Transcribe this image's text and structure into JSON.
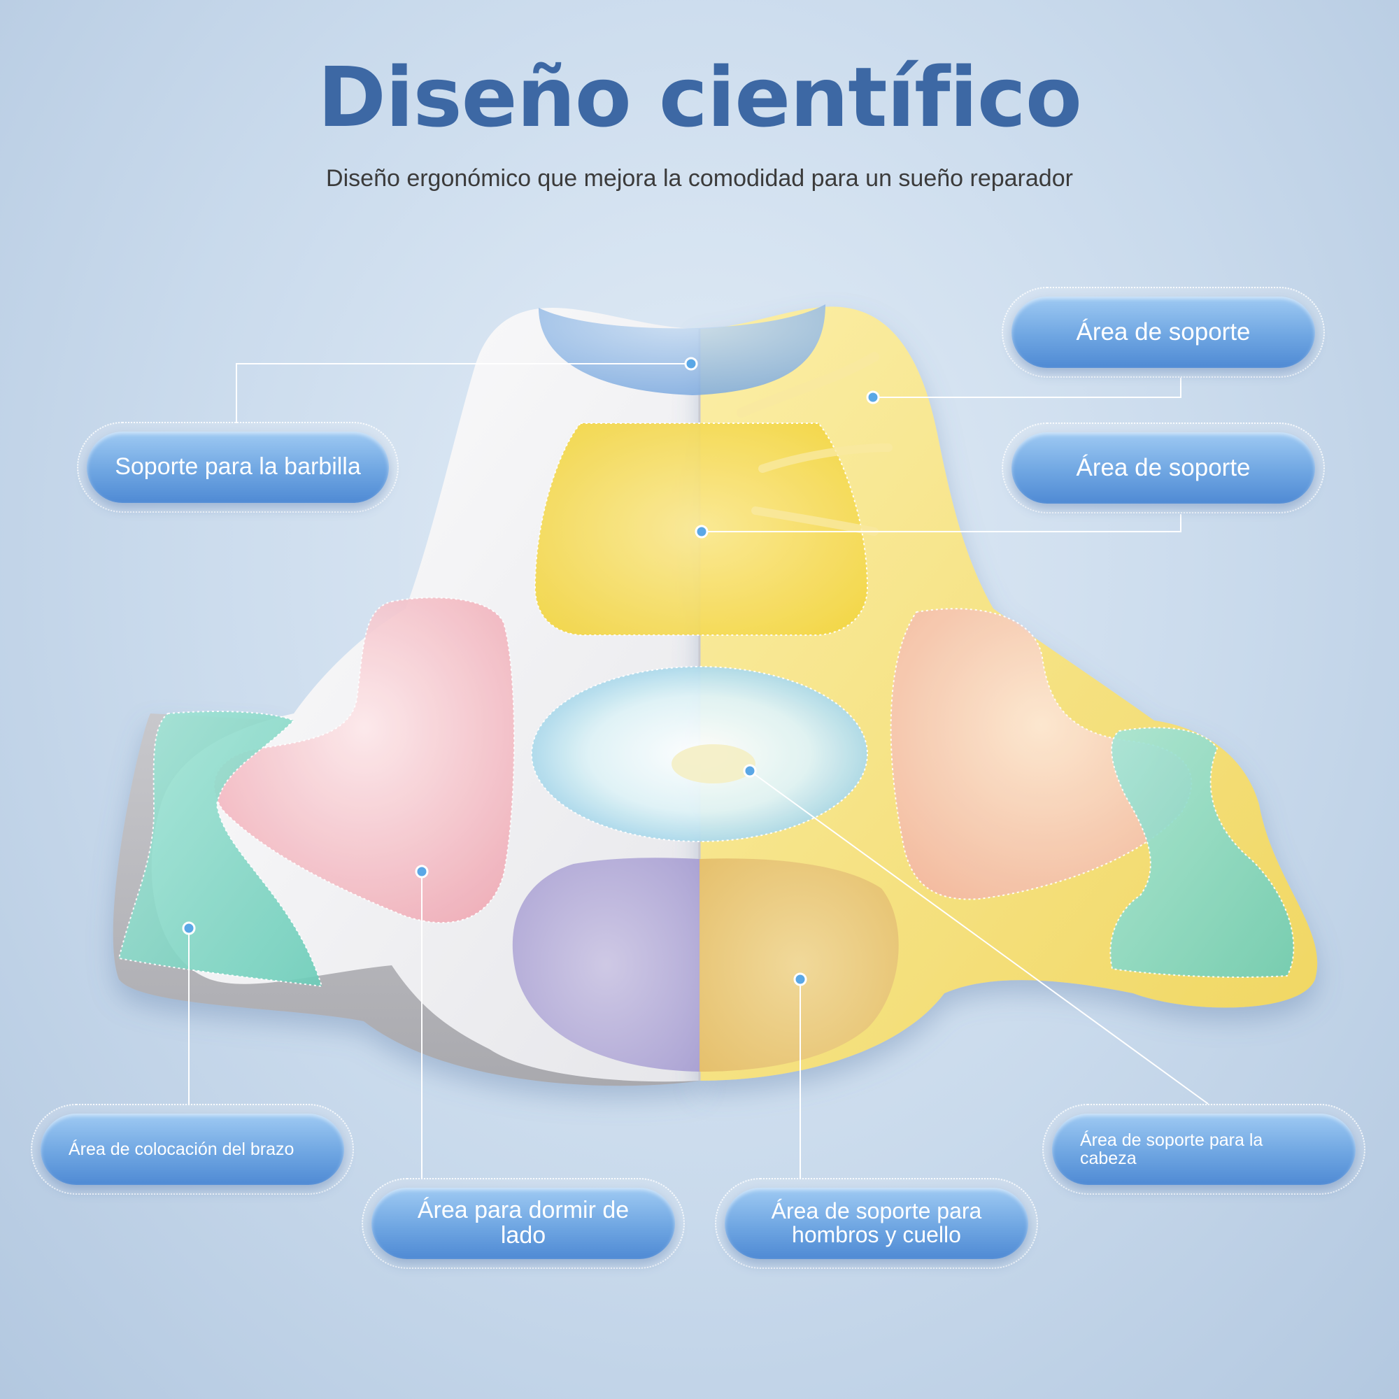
{
  "header": {
    "title": "Diseño científico",
    "subtitle": "Diseño ergonómico que mejora la comodidad para un sueño reparador"
  },
  "labels": {
    "chin_support": "Soporte para la barbilla",
    "support_area_1": "Área de soporte",
    "support_area_2": "Área de soporte",
    "arm_placement": "Área de colocación del brazo",
    "side_sleep": "Área para dormir de lado",
    "shoulder_neck": "Área de soporte para hombros y cuello",
    "head_support": "Área de soporte para la cabeza"
  },
  "colors": {
    "title": "#3d68a4",
    "pill": "#6fa6e2",
    "pillow_white": "#f4f4f6",
    "pillow_yellow": "#f6e27a",
    "zone_blue": "#8fb8e6",
    "zone_yellow": "#f4dc52",
    "zone_pink": "#f2b8c0",
    "zone_teal": "#7ed6c4",
    "zone_purple": "#b7acd8",
    "zone_tan": "#e9c77e",
    "dot": "#5aa7e6"
  }
}
